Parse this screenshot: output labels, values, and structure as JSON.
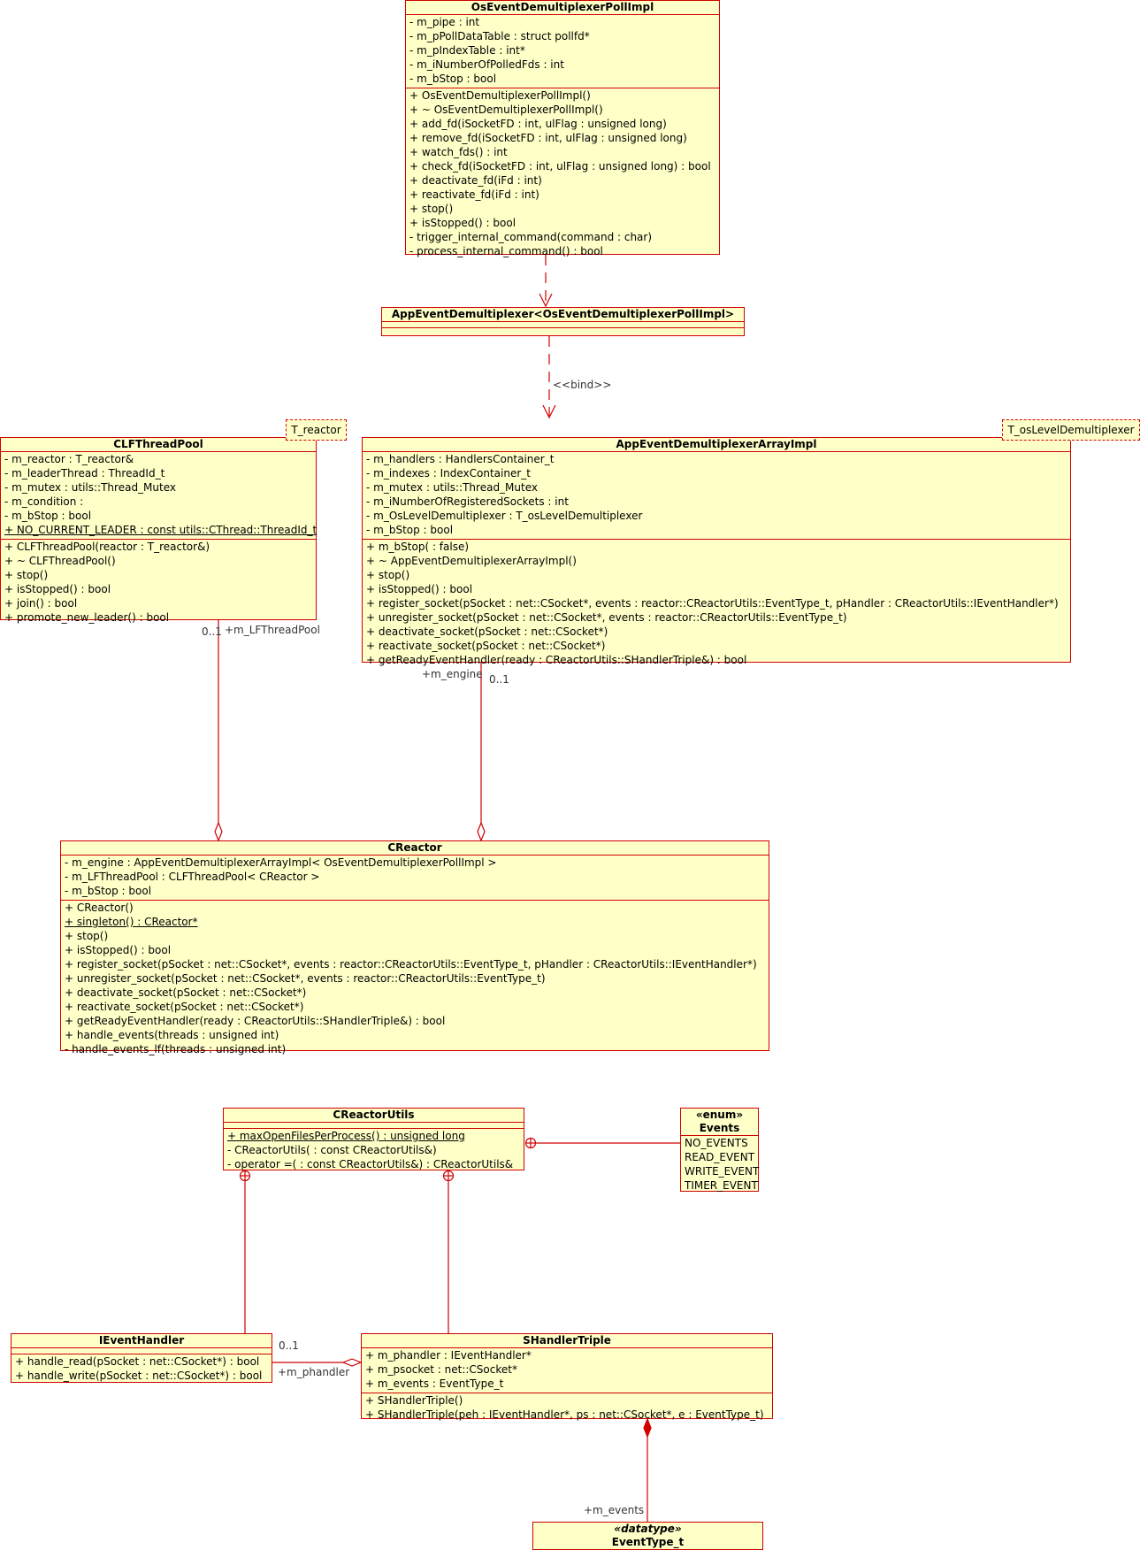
{
  "colors": {
    "box_fill": "#ffffc8",
    "line": "#d00000"
  },
  "classes": {
    "poll": {
      "name": "OsEventDemultiplexerPollImpl",
      "attributes": [
        "- m_pipe : int",
        "- m_pPollDataTable : struct pollfd*",
        "- m_pIndexTable : int*",
        "- m_iNumberOfPolledFds : int",
        "- m_bStop : bool"
      ],
      "operations": [
        "+ OsEventDemultiplexerPollImpl()",
        "+ ~ OsEventDemultiplexerPollImpl()",
        "+ add_fd(iSocketFD : int, ulFlag : unsigned long)",
        "+ remove_fd(iSocketFD : int, ulFlag : unsigned long)",
        "+ watch_fds() : int",
        "+ check_fd(iSocketFD : int, ulFlag : unsigned long) : bool",
        "+ deactivate_fd(iFd : int)",
        "+ reactivate_fd(iFd : int)",
        "+ stop()",
        "+ isStopped() : bool",
        "- trigger_internal_command(command : char)",
        "- process_internal_command() : bool"
      ]
    },
    "appdemux": {
      "name": "AppEventDemultiplexer<OsEventDemultiplexerPollImpl>"
    },
    "threadpool": {
      "name": "CLFThreadPool",
      "template_param": "T_reactor",
      "attributes": [
        "- m_reactor : T_reactor&",
        "- m_leaderThread : ThreadId_t",
        "- m_mutex : utils::Thread_Mutex",
        "- m_condition :",
        "- m_bStop : bool",
        "+ NO_CURRENT_LEADER : const utils::CThread::ThreadId_t"
      ],
      "operations": [
        "+ CLFThreadPool(reactor : T_reactor&)",
        "+ ~ CLFThreadPool()",
        "+ stop()",
        "+ isStopped() : bool",
        "+ join() : bool",
        "+ promote_new_leader() : bool"
      ]
    },
    "arrayimpl": {
      "name": "AppEventDemultiplexerArrayImpl",
      "template_param": "T_osLevelDemultiplexer",
      "attributes": [
        "- m_handlers : HandlersContainer_t",
        "- m_indexes : IndexContainer_t",
        "- m_mutex : utils::Thread_Mutex",
        "- m_iNumberOfRegisteredSockets : int",
        "- m_OsLevelDemultiplexer : T_osLevelDemultiplexer",
        "- m_bStop : bool"
      ],
      "operations": [
        "+ m_bStop( : false)",
        "+ ~ AppEventDemultiplexerArrayImpl()",
        "+ stop()",
        "+ isStopped() : bool",
        "+ register_socket(pSocket : net::CSocket*, events : reactor::CReactorUtils::EventType_t, pHandler : CReactorUtils::IEventHandler*)",
        "+ unregister_socket(pSocket : net::CSocket*, events : reactor::CReactorUtils::EventType_t)",
        "+ deactivate_socket(pSocket : net::CSocket*)",
        "+ reactivate_socket(pSocket : net::CSocket*)",
        "+ getReadyEventHandler(ready : CReactorUtils::SHandlerTriple&) : bool"
      ]
    },
    "reactor": {
      "name": "CReactor",
      "attributes": [
        "- m_engine : AppEventDemultiplexerArrayImpl< OsEventDemultiplexerPollImpl >",
        "- m_LFThreadPool : CLFThreadPool< CReactor >",
        "- m_bStop : bool"
      ],
      "operations": [
        "+ CReactor()",
        "+ singleton() : CReactor*",
        "+ stop()",
        "+ isStopped() : bool",
        "+ register_socket(pSocket : net::CSocket*, events : reactor::CReactorUtils::EventType_t, pHandler : CReactorUtils::IEventHandler*)",
        "+ unregister_socket(pSocket : net::CSocket*, events : reactor::CReactorUtils::EventType_t)",
        "+ deactivate_socket(pSocket : net::CSocket*)",
        "+ reactivate_socket(pSocket : net::CSocket*)",
        "+ getReadyEventHandler(ready : CReactorUtils::SHandlerTriple&) : bool",
        "+ handle_events(threads : unsigned int)",
        "- handle_events_lf(threads : unsigned int)"
      ]
    },
    "utils": {
      "name": "CReactorUtils",
      "operations": [
        "+ maxOpenFilesPerProcess() : unsigned long",
        "- CReactorUtils( : const CReactorUtils&)",
        "- operator =( : const CReactorUtils&) : CReactorUtils&"
      ]
    },
    "events": {
      "stereotype": "«enum»",
      "name": "Events",
      "literals": [
        "NO_EVENTS",
        "READ_EVENT",
        "WRITE_EVENT",
        "TIMER_EVENT"
      ]
    },
    "handler": {
      "name": "IEventHandler",
      "operations": [
        "+ handle_read(pSocket : net::CSocket*) : bool",
        "+ handle_write(pSocket : net::CSocket*) : bool"
      ]
    },
    "triple": {
      "name": "SHandlerTriple",
      "attributes": [
        "+ m_phandler : IEventHandler*",
        "+ m_psocket : net::CSocket*",
        "+ m_events : EventType_t"
      ],
      "operations": [
        "+ SHandlerTriple()",
        "+ SHandlerTriple(peh : IEventHandler*, ps : net::CSocket*, e : EventType_t)"
      ]
    },
    "eventtype": {
      "stereotype": "«datatype»",
      "name": "EventType_t"
    }
  },
  "labels": {
    "bind": "<<bind>>",
    "lf_mult": "0..1",
    "lf_role": "+m_LFThreadPool",
    "engine_role": "+m_engine",
    "engine_mult": "0..1",
    "phandler_mult": "0..1",
    "phandler_role": "+m_phandler",
    "events_role": "+m_events"
  }
}
